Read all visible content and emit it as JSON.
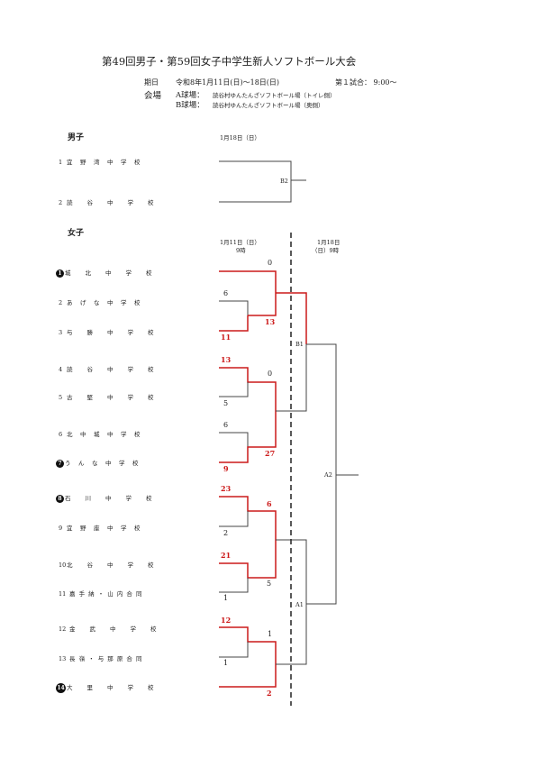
{
  "title": "第49回男子・第59回女子中学生新人ソフトボール大会",
  "info": {
    "date_label": "期日",
    "date_value": "令和8年1月11日(日)～18日(日)",
    "first_match": "第１試合： 9:00～",
    "venue_label": "会場",
    "venue_a_label": "A球場：",
    "venue_a": "読谷村ゆんたんざソフトボール場（トイレ側）",
    "venue_b_label": "B球場：",
    "venue_b": "読谷村ゆんたんざソフトボール場（奥側）"
  },
  "boys": {
    "label": "男子",
    "date": "1月18日（日）",
    "match": "B2",
    "teams": [
      {
        "num": "1",
        "name": "宜　野　湾　中　学　校"
      },
      {
        "num": "2",
        "name": "読　　谷　　中　　学　　校"
      }
    ]
  },
  "girls": {
    "label": "女子",
    "round1_date": "1月11日（日）",
    "round1_time": "9時",
    "round2_date": "1月18日",
    "round2_time": "（日）9時",
    "matches": [
      "B1",
      "A2",
      "A1"
    ],
    "teams": [
      {
        "num": "1",
        "seed": true,
        "name": "城　　北　　中　　学　　校"
      },
      {
        "num": "2",
        "seed": false,
        "name": "あ　げ　な　中　学　校"
      },
      {
        "num": "3",
        "seed": false,
        "name": "与　　勝　　中　　学　　校"
      },
      {
        "num": "4",
        "seed": false,
        "name": "読　　谷　　中　　学　　校"
      },
      {
        "num": "5",
        "seed": false,
        "name": "古　　堅　　中　　学　　校"
      },
      {
        "num": "6",
        "seed": false,
        "name": "北　中　城　中　学　校"
      },
      {
        "num": "7",
        "seed": true,
        "name": "う　ん　な　中　学　校"
      },
      {
        "num": "8",
        "seed": true,
        "name": "石　　川　　中　　学　　校"
      },
      {
        "num": "9",
        "seed": false,
        "name": "宜　野　座　中　学　校"
      },
      {
        "num": "10",
        "seed": false,
        "name": "北　　谷　　中　　学　　校"
      },
      {
        "num": "11",
        "seed": false,
        "name": "嘉 手 納 ・ 山 内 合 同"
      },
      {
        "num": "12",
        "seed": false,
        "name": "金　　武　　中　　学　　校"
      },
      {
        "num": "13",
        "seed": false,
        "name": "長 嶺 ・ 与 那 原 合 同"
      },
      {
        "num": "14",
        "seed": true,
        "name": "大　　里　　中　　学　　校"
      }
    ],
    "scores": {
      "s1": "0",
      "s2": "6",
      "s3": "13",
      "s4": "11",
      "s5": "13",
      "s6": "0",
      "s7": "5",
      "s8": "6",
      "s9": "27",
      "s10": "9",
      "s11": "23",
      "s12": "6",
      "s13": "2",
      "s14": "21",
      "s15": "5",
      "s16": "1",
      "s17": "12",
      "s18": "1",
      "s19": "1",
      "s20": "2"
    }
  },
  "colors": {
    "win": "#cc1a1a",
    "line": "#444444"
  }
}
